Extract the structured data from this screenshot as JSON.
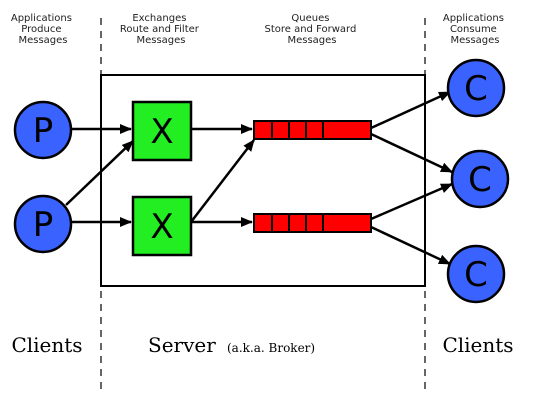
{
  "columns": {
    "producers": [
      "Applications",
      "Produce",
      "Messages"
    ],
    "exchanges": [
      "Exchanges",
      "Route and Filter",
      "Messages"
    ],
    "queues": [
      "Queues",
      "Store and Forward",
      "Messages"
    ],
    "consumers": [
      "Applications",
      "Consume",
      "Messages"
    ]
  },
  "sections": {
    "clients_left": "Clients",
    "server": "Server",
    "server_note": "(a.k.a. Broker)",
    "clients_right": "Clients"
  },
  "nodes": {
    "producer_letter": "P",
    "exchange_letter": "X",
    "consumer_letter": "C",
    "queue_segments": 5
  },
  "colors": {
    "producer_fill": "#3a62ff",
    "consumer_fill": "#3a62ff",
    "exchange_fill": "#22ee22",
    "queue_fill": "#ff0000",
    "stroke": "#000000"
  }
}
